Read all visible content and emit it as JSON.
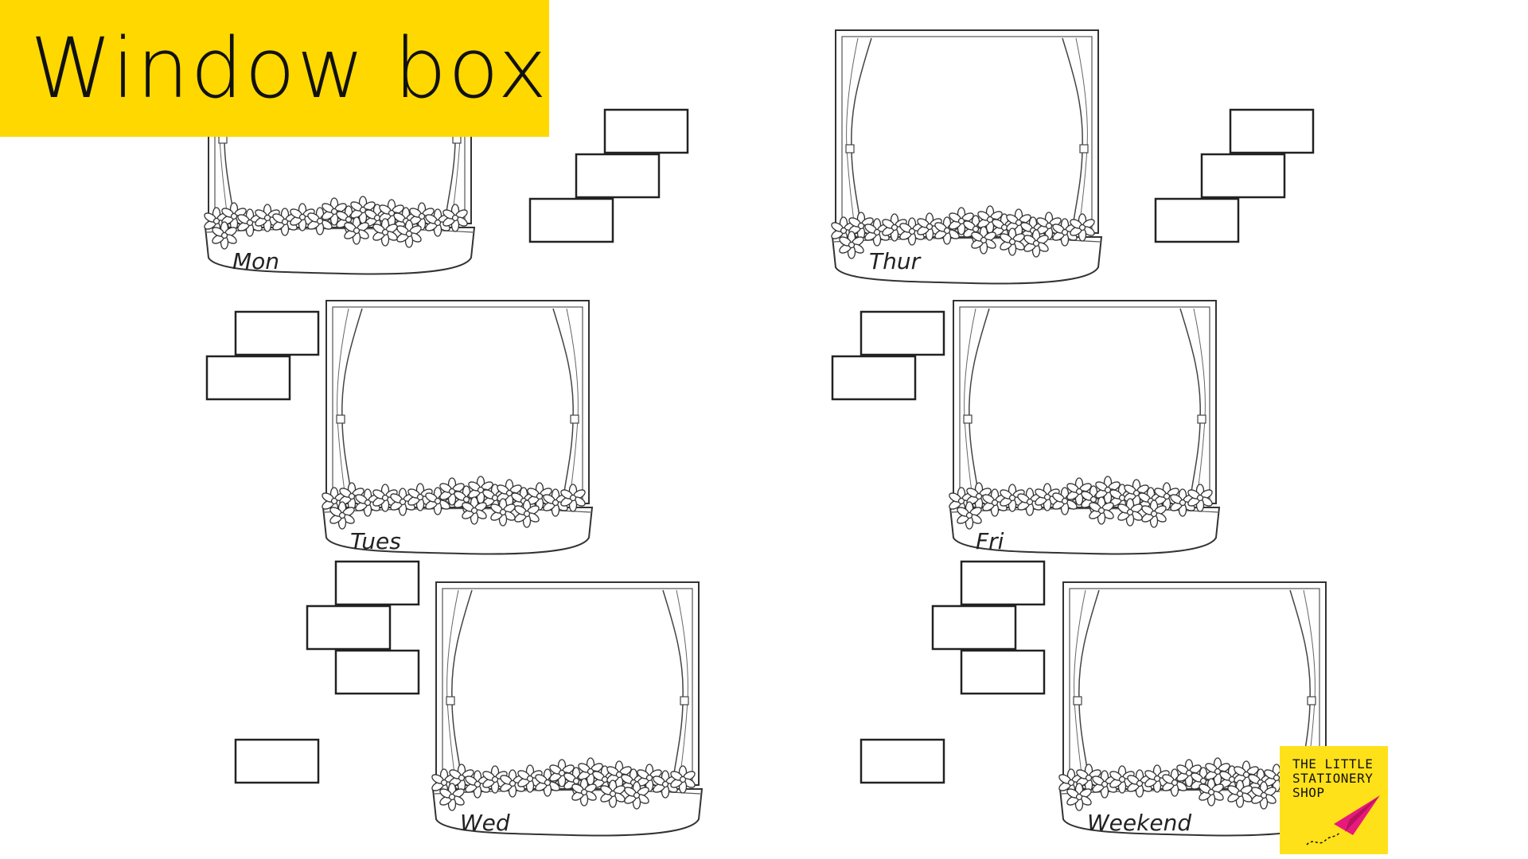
{
  "title": "Window box",
  "colors": {
    "banner": "#FFD800",
    "logo_bg": "#FFE11A",
    "plane": "#E8197C",
    "line": "#333333"
  },
  "days": [
    "Mon",
    "Tues",
    "Wed",
    "Thur",
    "Fri",
    "Weekend"
  ],
  "logo": {
    "line1": "THE LITTLE",
    "line2": "STATIONERY",
    "line3": "SHOP"
  },
  "icons": [
    "paper-plane-icon"
  ]
}
